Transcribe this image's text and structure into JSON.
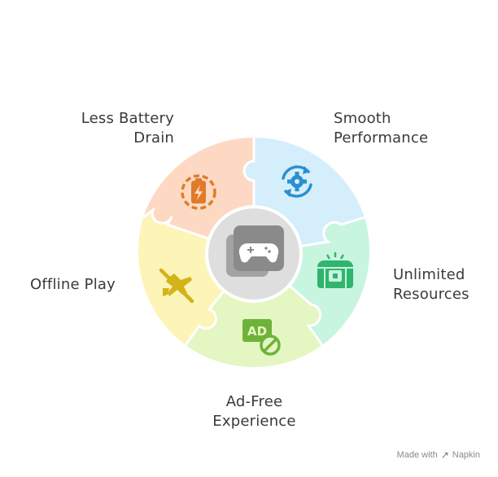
{
  "segments": [
    {
      "id": "battery",
      "label_lines": [
        "Less Battery",
        "Drain"
      ],
      "icon": "battery-charging-icon",
      "color": "#fdd9c3",
      "icon_color": "#e07b2a"
    },
    {
      "id": "smooth",
      "label_lines": [
        "Smooth",
        "Performance"
      ],
      "icon": "refresh-gear-icon",
      "color": "#d4eefc",
      "icon_color": "#2a8fd0"
    },
    {
      "id": "unlimited",
      "label_lines": [
        "Unlimited",
        "Resources"
      ],
      "icon": "treasure-chest-icon",
      "color": "#c8f5df",
      "icon_color": "#2fb56e"
    },
    {
      "id": "adfree",
      "label_lines": [
        "Ad-Free",
        "Experience"
      ],
      "icon": "no-ads-icon",
      "color": "#e4f6c2",
      "icon_color": "#6fb23a"
    },
    {
      "id": "offline",
      "label_lines": [
        "Offline Play"
      ],
      "icon": "airplane-off-icon",
      "color": "#fdf4b8",
      "icon_color": "#d4b21a"
    }
  ],
  "center": {
    "icon": "game-library-icon",
    "color": "#dedede",
    "icon_color": "#8a8a8a"
  },
  "watermark": {
    "made_with": "Made with",
    "brand": "Napkin"
  }
}
